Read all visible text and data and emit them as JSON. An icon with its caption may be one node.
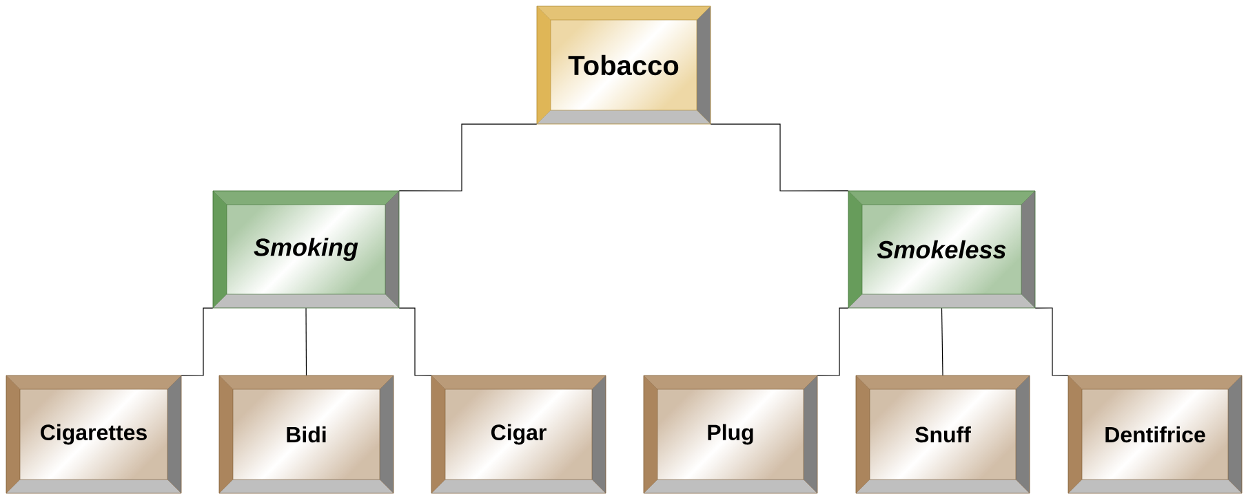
{
  "diagram": {
    "nodes": [
      {
        "text": [
          "Tobacco"
        ]
      },
      {
        "text": [
          "Smoking"
        ]
      },
      {
        "text": [
          "Smokeless"
        ]
      },
      {
        "text": [
          "Cigarettes"
        ]
      },
      {
        "text": [
          "Bidi"
        ]
      },
      {
        "text": [
          "Cigar"
        ]
      },
      {
        "text": [
          "Plug"
        ]
      },
      {
        "text": [
          "Snuff"
        ]
      },
      {
        "text": [
          "Dentifrice"
        ]
      }
    ],
    "edges": [
      {
        "from": 0,
        "to": 1,
        "arrow": "none"
      },
      {
        "from": 0,
        "to": 2,
        "arrow": "none"
      },
      {
        "from": 1,
        "to": 3,
        "arrow": "none"
      },
      {
        "from": 1,
        "to": 4,
        "arrow": "none"
      },
      {
        "from": 1,
        "to": 5,
        "arrow": "none"
      },
      {
        "from": 2,
        "to": 6,
        "arrow": "none"
      },
      {
        "from": 2,
        "to": 7,
        "arrow": "none"
      },
      {
        "from": 2,
        "to": 8,
        "arrow": "none"
      }
    ]
  }
}
